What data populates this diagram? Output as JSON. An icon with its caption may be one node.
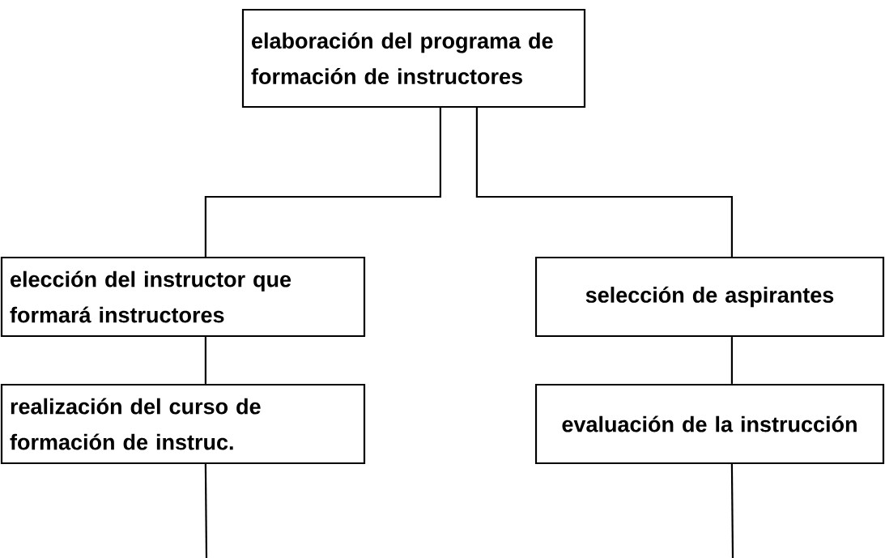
{
  "diagram": {
    "nodes": [
      {
        "text": [
          "elaboración del programa de formación de instructores"
        ]
      },
      {
        "text": [
          "elección del instructor que formará instructores"
        ]
      },
      {
        "text": [
          "selección de aspirantes"
        ]
      },
      {
        "text": [
          "realización del curso de formación de instruc."
        ]
      },
      {
        "text": [
          "evaluación de la instrucción"
        ]
      }
    ],
    "edges": [
      {
        "from": 0,
        "to": 1,
        "arrow": "none"
      },
      {
        "from": 0,
        "to": 2,
        "arrow": "none"
      },
      {
        "from": 1,
        "to": 3,
        "arrow": "none"
      },
      {
        "from": 2,
        "to": 4,
        "arrow": "none"
      },
      {
        "from": 3,
        "to": null,
        "arrow": "none"
      },
      {
        "from": 4,
        "to": null,
        "arrow": "none"
      }
    ]
  }
}
